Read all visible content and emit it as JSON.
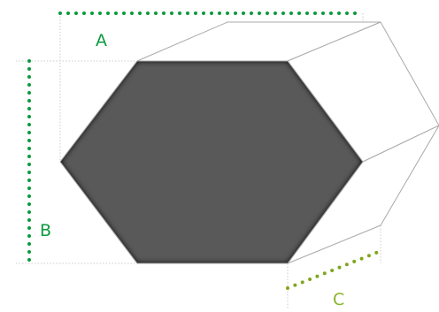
{
  "labels": {
    "a": "A",
    "b": "B",
    "c": "C"
  },
  "colors": {
    "dimension_a": "#0b9a3e",
    "dimension_b": "#0b9a3e",
    "dimension_c": "#7fa61d",
    "label_c": "#8ab52a",
    "outline": "#a9a9a9",
    "guide": "#bdbdbd"
  }
}
